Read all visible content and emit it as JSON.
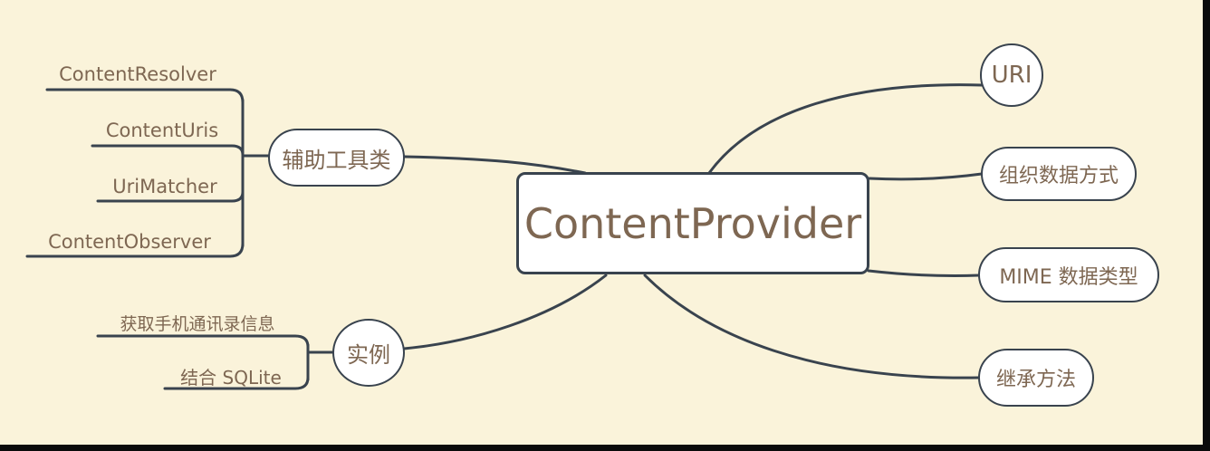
{
  "diagram": {
    "type": "mindmap",
    "root": {
      "label": "ContentProvider"
    },
    "left_branches": [
      {
        "label": "辅助工具类",
        "children": [
          {
            "label": "ContentResolver"
          },
          {
            "label": "ContentUris"
          },
          {
            "label": "UriMatcher"
          },
          {
            "label": "ContentObserver"
          }
        ]
      },
      {
        "label": "实例",
        "children": [
          {
            "label": "获取手机通讯录信息"
          },
          {
            "label": "结合 SQLite"
          }
        ]
      }
    ],
    "right_branches": [
      {
        "label": "URI"
      },
      {
        "label": "组织数据方式"
      },
      {
        "label": "MIME 数据类型"
      },
      {
        "label": "继承方法"
      }
    ],
    "colors": {
      "background": "#faf3da",
      "node_fill": "#ffffff",
      "line": "#39434e",
      "text": "#7e6752",
      "edge_bar": "#0a0a0a"
    }
  }
}
